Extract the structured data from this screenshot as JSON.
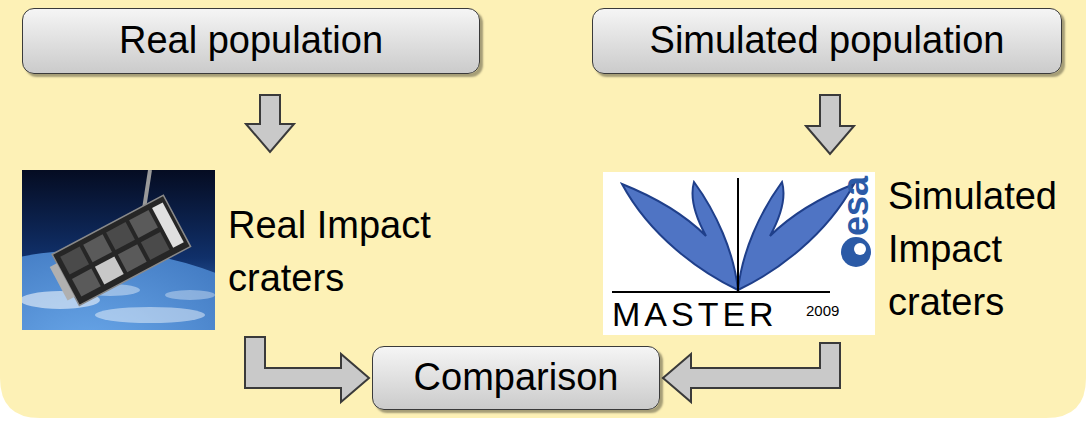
{
  "diagram": {
    "nodes": [
      {
        "text": [
          "Real population"
        ]
      },
      {
        "text": [
          "Simulated population"
        ]
      },
      {
        "text": [
          "Real Impact craters"
        ]
      },
      {
        "text": [
          "Simulated Impact craters"
        ]
      },
      {
        "text": [
          "Comparison"
        ]
      }
    ],
    "edges": [
      {
        "from": 0,
        "to": 2,
        "arrow": "to"
      },
      {
        "from": 1,
        "to": 3,
        "arrow": "to"
      },
      {
        "from": 2,
        "to": 4,
        "arrow": "to"
      },
      {
        "from": 3,
        "to": 4,
        "arrow": "to"
      }
    ],
    "labels": [
      "esa",
      "MASTER",
      "2009"
    ]
  }
}
